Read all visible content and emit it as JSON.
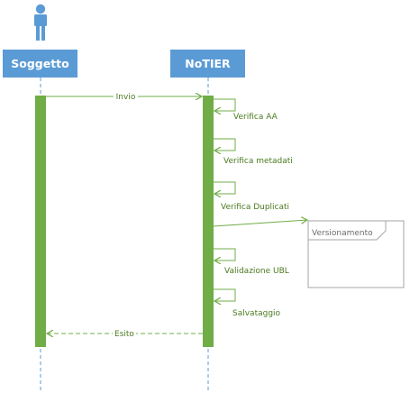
{
  "participants": {
    "soggetto": {
      "label": "Soggetto"
    },
    "notier": {
      "label": "NoTIER"
    }
  },
  "messages": {
    "invio": "Invio",
    "esito": "Esito"
  },
  "self_calls": [
    "Verifica AA",
    "Verifica metadati",
    "Verifica Duplicati",
    "Validazione UBL",
    "Salvataggio"
  ],
  "note": {
    "label": "Versionamento"
  },
  "colors": {
    "participant_fill": "#5b9bd5",
    "actor": "#5b9bd5",
    "activation": "#70ad47",
    "message": "#70ad47",
    "text": "#4a7a1f",
    "lifeline": "#5b9bd5",
    "note_border": "#a6a6a6"
  }
}
